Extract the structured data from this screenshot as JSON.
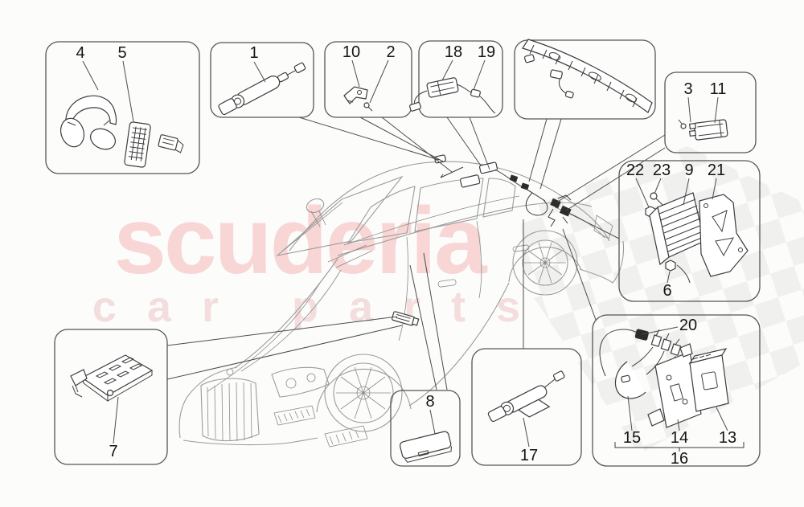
{
  "watermark": {
    "brand": "scuderia",
    "tagline": "car parts",
    "brand_color": "#f8d6d6",
    "tagline_color": "#f3dddd",
    "flag_color": "#e6e8e6"
  },
  "colors": {
    "line_art": "#3c3c3c",
    "car_line": "#9b9b9b",
    "box_border": "#555555",
    "label_text": "#141414",
    "background": "#fcfdfb"
  },
  "callouts": [
    {
      "number": "4"
    },
    {
      "number": "5"
    },
    {
      "number": "1"
    },
    {
      "number": "10"
    },
    {
      "number": "2"
    },
    {
      "number": "18"
    },
    {
      "number": "19"
    },
    {
      "number": "3"
    },
    {
      "number": "11"
    },
    {
      "number": "22"
    },
    {
      "number": "23"
    },
    {
      "number": "9"
    },
    {
      "number": "21"
    },
    {
      "number": "6"
    },
    {
      "number": "7"
    },
    {
      "number": "8"
    },
    {
      "number": "17"
    },
    {
      "number": "20"
    },
    {
      "number": "15"
    },
    {
      "number": "14"
    },
    {
      "number": "13"
    },
    {
      "number": "16"
    }
  ]
}
